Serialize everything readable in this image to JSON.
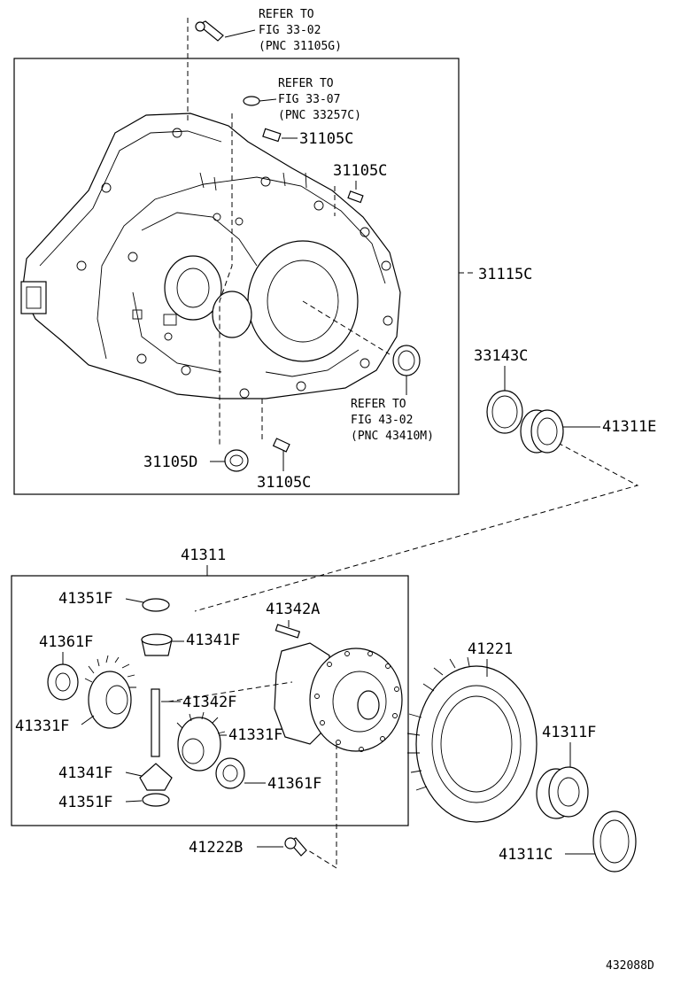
{
  "diagram": {
    "figure_code": "432088D",
    "refer_notes": [
      {
        "line1": "REFER TO",
        "line2": "FIG 33-02",
        "line3": "(PNC 31105G)"
      },
      {
        "line1": "REFER TO",
        "line2": "FIG 33-07",
        "line3": "(PNC 33257C)"
      },
      {
        "line1": "REFER TO",
        "line2": "FIG 43-02",
        "line3": "(PNC 43410M)"
      }
    ],
    "part_labels": {
      "p31105c_a": "31105C",
      "p31105c_b": "31105C",
      "p31115c": "31115C",
      "p33143c": "33143C",
      "p41311e": "41311E",
      "p31105d": "31105D",
      "p31105c_c": "31105C",
      "p41311": "41311",
      "p41351f_a": "41351F",
      "p41342a": "41342A",
      "p41361f_a": "41361F",
      "p41341f_a": "41341F",
      "p41221": "41221",
      "p41342f": "41342F",
      "p41331f_a": "41331F",
      "p41331f_b": "41331F",
      "p41311f": "41311F",
      "p41341f_b": "41341F",
      "p41361f_b": "41361F",
      "p41351f_b": "41351F",
      "p41222b": "41222B",
      "p41311c": "41311C"
    }
  }
}
